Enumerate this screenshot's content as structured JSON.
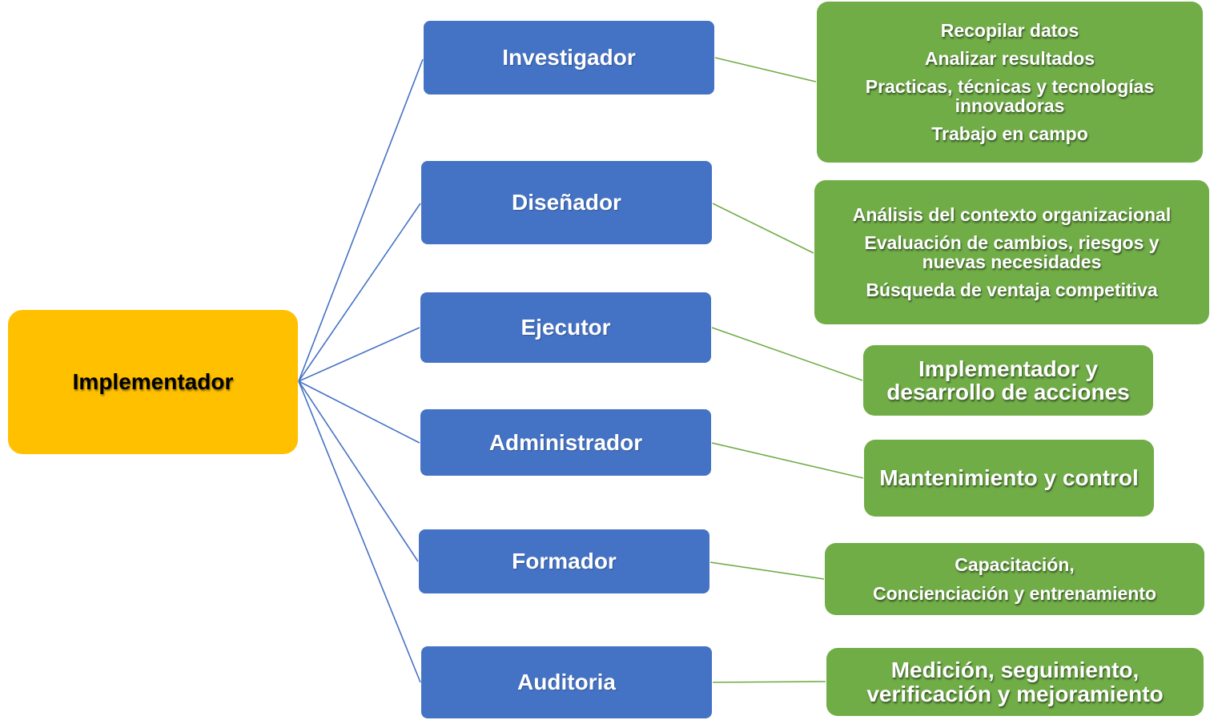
{
  "diagram": {
    "root": {
      "label": "Implementador",
      "color": "#FFC000"
    },
    "role_color": "#4472C4",
    "task_color": "#70AD47",
    "branch_line_color": "#4472C4",
    "leaf_line_color": "#70AD47",
    "roles": [
      {
        "label": "Investigador",
        "tasks": [
          "Recopilar datos",
          "Analizar resultados",
          "Practicas, técnicas y tecnologías innovadoras",
          "Trabajo en campo"
        ]
      },
      {
        "label": "Diseñador",
        "tasks": [
          "Análisis del contexto organizacional",
          "Evaluación de cambios, riesgos y nuevas necesidades",
          "Búsqueda de ventaja competitiva"
        ]
      },
      {
        "label": "Ejecutor",
        "tasks": [
          "Implementador y desarrollo de acciones"
        ]
      },
      {
        "label": "Administrador",
        "tasks": [
          "Mantenimiento y control"
        ]
      },
      {
        "label": "Formador",
        "tasks": [
          "Capacitación,",
          "Concienciación y entrenamiento"
        ]
      },
      {
        "label": "Auditoria",
        "tasks": [
          "Medición, seguimiento, verificación y mejoramiento"
        ]
      }
    ]
  }
}
